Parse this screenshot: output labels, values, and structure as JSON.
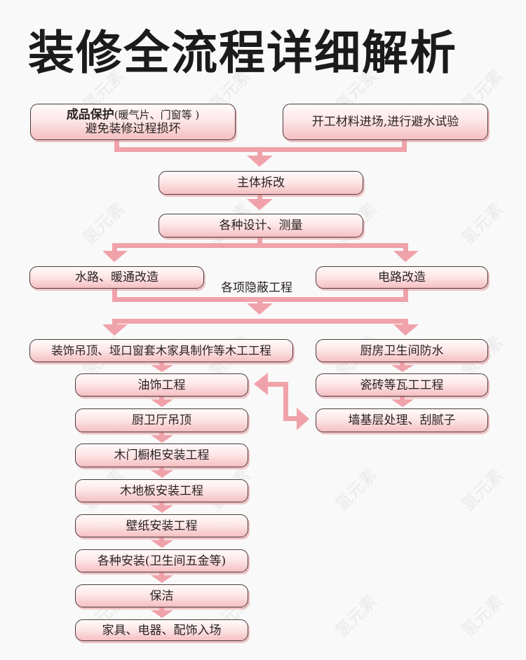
{
  "title": "装修全流程详细解析",
  "colors": {
    "arrow": "#f0a2aa",
    "box_border": "#4a3a3a",
    "box_bottom": "#f5bfc3",
    "background": "#f9f9f9"
  },
  "watermark": "氢元素",
  "steps": {
    "protect_bold": "成品保护",
    "protect_paren": "(暖气片、门窗等 )",
    "protect_line2": "避免装修过程损坏",
    "materials": "开工材料进场,进行避水试验",
    "demolition": "主体拆改",
    "design": "各种设计、测量",
    "water": "水路、暖通改造",
    "electric": "电路改造",
    "hidden_label": "各项隐蔽工程",
    "carpentry": "装饰吊顶、垭口窗套木家具制作等木工工程",
    "waterproof": "厨房卫生间防水",
    "paint": "油饰工程",
    "tile": "瓷砖等瓦工工程",
    "ceiling": "厨卫厅吊顶",
    "wall_base": "墙基层处理、刮腻子",
    "doors": "木门橱柜安装工程",
    "floor": "木地板安装工程",
    "wallpaper": "壁纸安装工程",
    "fixtures": "各种安装(卫生间五金等)",
    "cleaning": "保洁",
    "furniture": "家具、电器、配饰入场"
  }
}
